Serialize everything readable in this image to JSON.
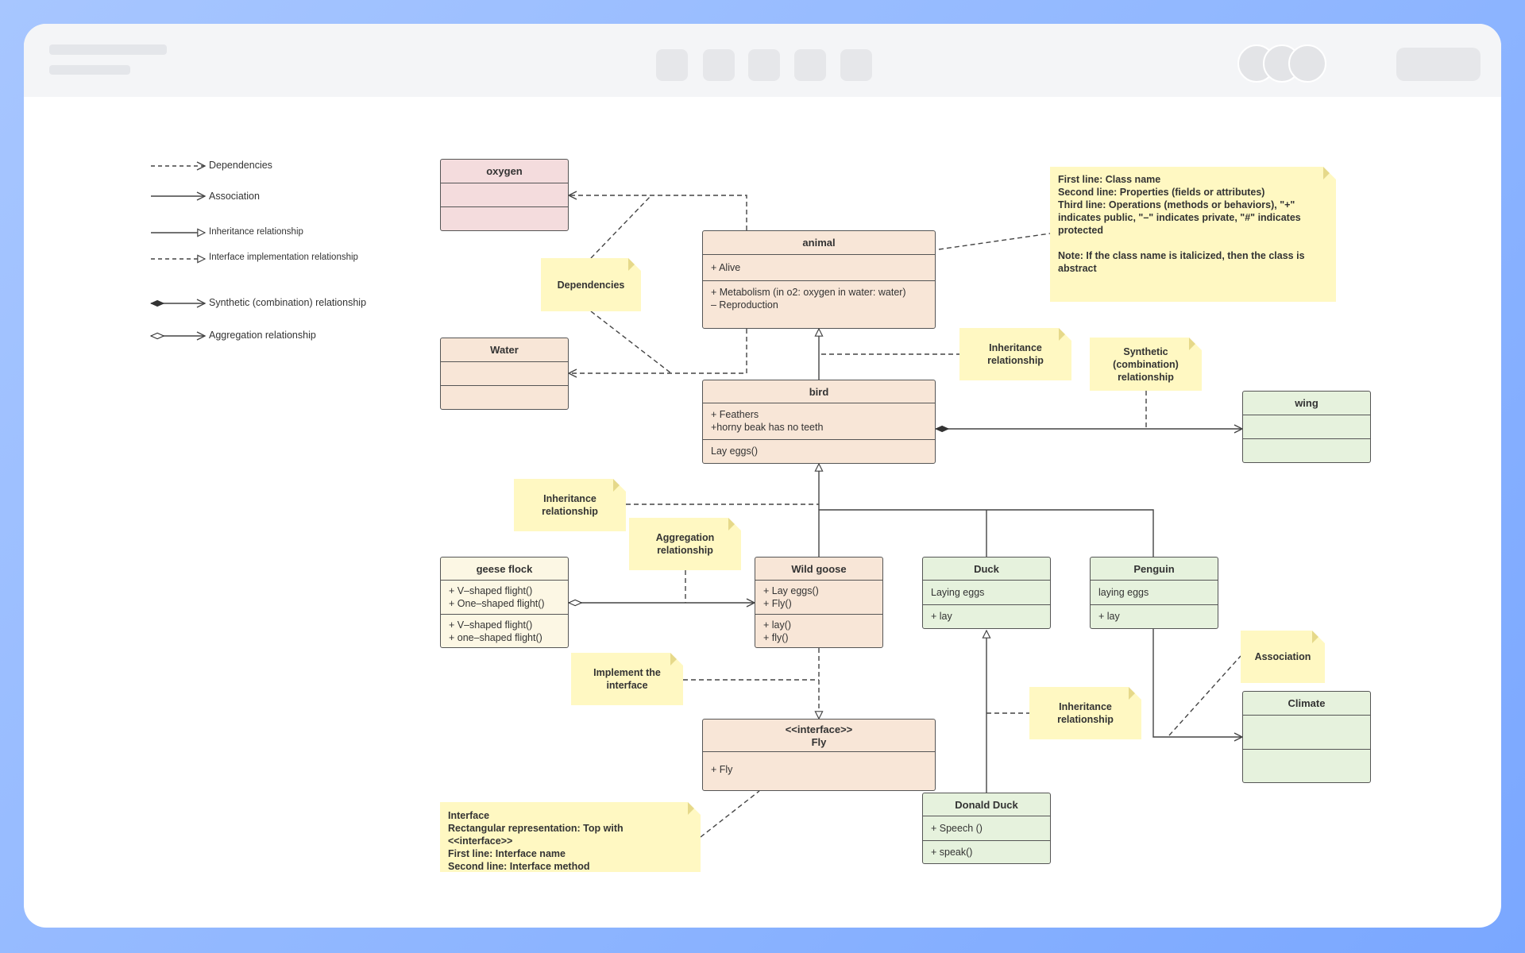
{
  "legend": {
    "dependencies": "Dependencies",
    "association": "Association",
    "inheritance": "Inheritance relationship",
    "interface_impl": "Interface implementation relationship",
    "synthetic": "Synthetic (combination) relationship",
    "aggregation": "Aggregation relationship"
  },
  "classes": {
    "oxygen": {
      "name": "oxygen"
    },
    "water": {
      "name": "Water"
    },
    "animal": {
      "name": "animal",
      "attr1": "+ Alive",
      "op1": "+ Metabolism (in o2: oxygen in water: water)",
      "op2": "– Reproduction"
    },
    "bird": {
      "name": "bird",
      "attr1": "+ Feathers",
      "attr2": "+horny beak has no teeth",
      "op1": "Lay eggs()"
    },
    "wing": {
      "name": "wing"
    },
    "geese_flock": {
      "name": "geese flock",
      "attr1": "+ V–shaped flight()",
      "attr2": "+ One–shaped flight()",
      "op1": "+ V–shaped flight()",
      "op2": "+ one–shaped flight()"
    },
    "wild_goose": {
      "name": "Wild goose",
      "attr1": "+ Lay eggs()",
      "attr2": "+ Fly()",
      "op1": "+ lay()",
      "op2": "+ fly()"
    },
    "duck": {
      "name": "Duck",
      "attr1": "Laying eggs",
      "op1": "+ lay"
    },
    "penguin": {
      "name": "Penguin",
      "attr1": "laying eggs",
      "op1": "+ lay"
    },
    "climate": {
      "name": "Climate"
    },
    "fly": {
      "stereotype": "<<interface>>",
      "name": "Fly",
      "attr1": "+ Fly"
    },
    "donald_duck": {
      "name": "Donald Duck",
      "attr1": "+ Speech ()",
      "op1": "+ speak()"
    }
  },
  "notes": {
    "class_info": {
      "l1": "First line: Class name",
      "l2": "Second line: Properties (fields or attributes)",
      "l3": "Third line: Operations (methods or behaviors), \"+\"",
      "l4": "indicates public, \"–\" indicates private, \"#\" indicates",
      "l5": "protected",
      "l6": "Note: If the class name is italicized, then the class is",
      "l7": "abstract"
    },
    "dependencies": {
      "l1": "Dependencies"
    },
    "inheritance1": {
      "l1": "Inheritance",
      "l2": "relationship"
    },
    "synthetic": {
      "l1": "Synthetic",
      "l2": "(combination)",
      "l3": "relationship"
    },
    "inheritance2": {
      "l1": "Inheritance",
      "l2": "relationship"
    },
    "aggregation": {
      "l1": "Aggregation",
      "l2": "relationship"
    },
    "implement": {
      "l1": "Implement the",
      "l2": "interface"
    },
    "association": {
      "l1": "Association"
    },
    "inheritance3": {
      "l1": "Inheritance",
      "l2": "relationship"
    },
    "interface_info": {
      "l1": "Interface",
      "l2": "Rectangular representation: Top with",
      "l3": "<<interface>>",
      "l4": "First line: Interface name",
      "l5": "Second line: Interface method"
    }
  }
}
